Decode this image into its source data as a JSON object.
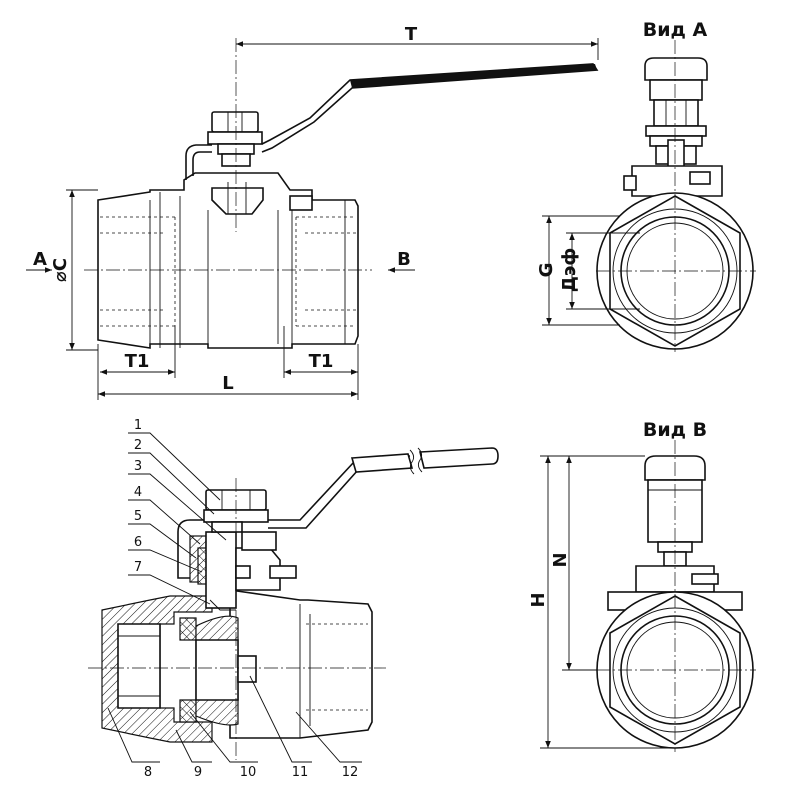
{
  "views": {
    "view_a_title": "Вид А",
    "view_b_title": "Вид В"
  },
  "dimensions": {
    "T": "T",
    "C": "⌀C",
    "L": "L",
    "T1_left": "T1",
    "T1_right": "T1",
    "G": "G",
    "D_eff": "Дэф",
    "H": "H",
    "N": "N",
    "A": "A",
    "B": "B"
  },
  "parts": [
    "1",
    "2",
    "3",
    "4",
    "5",
    "6",
    "7",
    "8",
    "9",
    "10",
    "11",
    "12"
  ]
}
